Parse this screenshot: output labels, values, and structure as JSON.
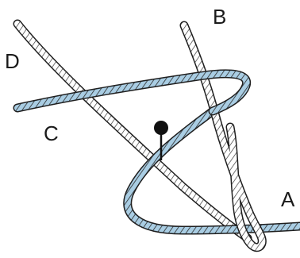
{
  "labels": {
    "a": "A",
    "b": "B",
    "c": "C",
    "d": "D"
  },
  "colors": {
    "blue_rope": "#a9cde3",
    "white_rope": "#ffffff",
    "rope_outline": "#1f1f1f",
    "pin": "#111111"
  }
}
